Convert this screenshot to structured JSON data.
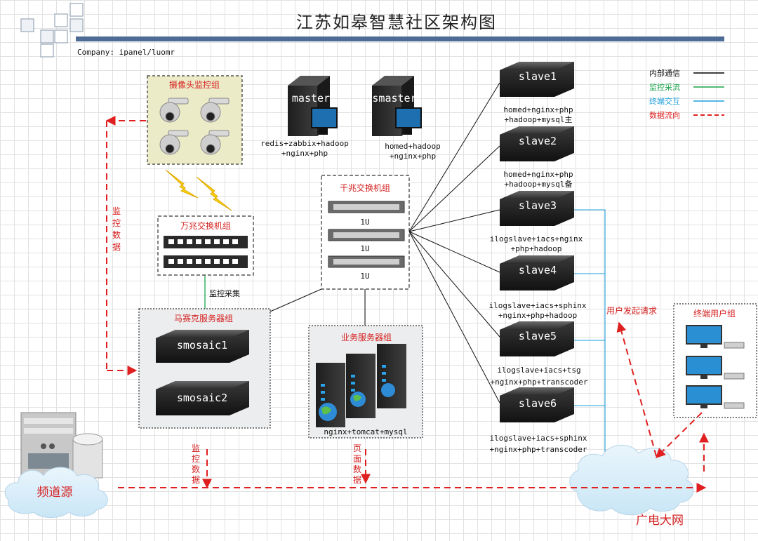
{
  "title": "江苏如皋智慧社区架构图",
  "company": "Company: ipanel/luomr",
  "legend": [
    {
      "label": "内部通信",
      "color": "#000000",
      "style": "solid"
    },
    {
      "label": "监控采流",
      "color": "#1aa34a",
      "style": "solid"
    },
    {
      "label": "终端交互",
      "color": "#1ea0dc",
      "style": "solid"
    },
    {
      "label": "数据流向",
      "color": "#e02020",
      "style": "dashed"
    }
  ],
  "groups": {
    "camera": "摄像头监控组",
    "switch10g": "万兆交换机组",
    "switch1g": "千兆交换机组",
    "mosaic": "马赛克服务器组",
    "business": "业务服务器组",
    "terminal": "终端用户组"
  },
  "servers": {
    "master": {
      "name": "master",
      "lines": [
        "redis+zabbix+hadoop",
        "+nginx+php"
      ]
    },
    "smaster": {
      "name": "smaster",
      "lines": [
        "homed+hadoop",
        "+nginx+php"
      ]
    },
    "slaves": [
      {
        "name": "slave1",
        "lines": [
          "homed+nginx+php",
          "+hadoop+mysql主"
        ]
      },
      {
        "name": "slave2",
        "lines": [
          "homed+nginx+php",
          "+hadoop+mysql备"
        ]
      },
      {
        "name": "slave3",
        "lines": [
          "ilogslave+iacs+nginx",
          "+php+hadoop"
        ]
      },
      {
        "name": "slave4",
        "lines": [
          "ilogslave+iacs+sphinx",
          "+nginx+php+hadoop"
        ]
      },
      {
        "name": "slave5",
        "lines": [
          "ilogslave+iacs+tsg",
          "+nginx+php+transcoder"
        ]
      },
      {
        "name": "slave6",
        "lines": [
          "ilogslave+iacs+sphinx",
          "+nginx+php+transcoder"
        ]
      }
    ],
    "mosaic": [
      "smosaic1",
      "smosaic2"
    ],
    "business_label": "nginx+tomcat+mysql"
  },
  "switch_units": [
    "1U",
    "1U",
    "1U"
  ],
  "annotations": {
    "monitor_collect": "监控采集",
    "monitor_data_left": "监控数据",
    "monitor_data_bottom": "监控数据",
    "page_data": "页面数据",
    "user_request": "用户发起请求",
    "channel_source": "频道源",
    "broadcast_net": "广电大网"
  }
}
